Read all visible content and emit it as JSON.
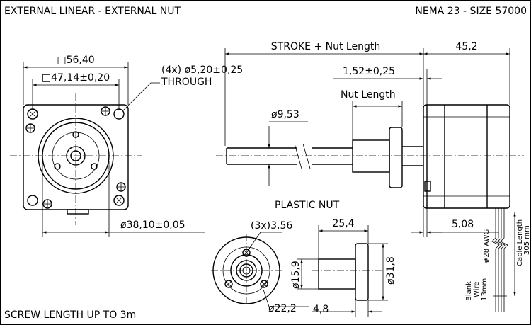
{
  "header": {
    "left_title": "EXTERNAL LINEAR - EXTERNAL NUT",
    "right_title": "NEMA 23 - SIZE 57000"
  },
  "footer": {
    "note": "SCREW LENGTH UP TO 3m"
  },
  "front_view": {
    "square_outer": "□56,40",
    "square_inner": "□47,14±0,20",
    "holes_line1": "(4x) ø5,20±0,25",
    "holes_line2": "THROUGH",
    "pilot": "ø38,10±0,05"
  },
  "side_view": {
    "stroke_label": "STROKE + Nut Length",
    "motor_length": "45,2",
    "offset": "1,52±0,25",
    "nut_length": "Nut Length",
    "screw_dia": "ø9,53",
    "flange_thk": "5,08",
    "awg": "#28 AWG",
    "cable_line1": "Cable Length",
    "cable_line2": "305 mm",
    "blank_line1": "Blank",
    "blank_line2": "Wire",
    "blank_line3": "13mm"
  },
  "plastic_nut": {
    "title": "PLASTIC NUT",
    "holes": "(3x)3,56",
    "length": "25,4",
    "bore": "ø15,9",
    "flange_dia": "ø31,8",
    "bolt_circle": "ø22,2",
    "flange_width": "4,8"
  }
}
